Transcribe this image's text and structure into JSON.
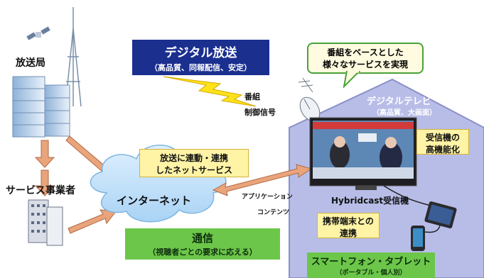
{
  "broadcaster": {
    "label": "放送局"
  },
  "digital_broadcast": {
    "title": "デジタル放送",
    "subtitle": "（高品質、同報配信、安定）"
  },
  "signal": {
    "line1": "番組",
    "line2": "制御信号"
  },
  "service_provider": {
    "label": "サービス事業者"
  },
  "net_service": {
    "line1": "放送に連動・連携",
    "line2": "したネットサービス"
  },
  "internet": {
    "label": "インターネット"
  },
  "app": {
    "line1": "アプリケーション",
    "line2": "コンテンツ"
  },
  "communication": {
    "title": "通信",
    "subtitle": "（視聴者ごとの要求に応える）"
  },
  "callout": {
    "line1": "番組をベースとした",
    "line2": "様々なサービスを実現"
  },
  "digital_tv": {
    "title": "デジタルテレビ",
    "subtitle": "（高品質、大画面）"
  },
  "receiver_func": {
    "line1": "受信機の",
    "line2": "高機能化"
  },
  "hybridcast": {
    "label": "Hybridcast受信機"
  },
  "mobile_link": {
    "line1": "携帯端末との",
    "line2": "連携"
  },
  "smartphone": {
    "title": "スマートフォン・タブレット",
    "subtitle": "（ポータブル・個人別）"
  },
  "colors": {
    "blue": "#1b2f8f",
    "green": "#6cc64a",
    "yellow": "#fff3a6",
    "house": "#b8bde8"
  }
}
